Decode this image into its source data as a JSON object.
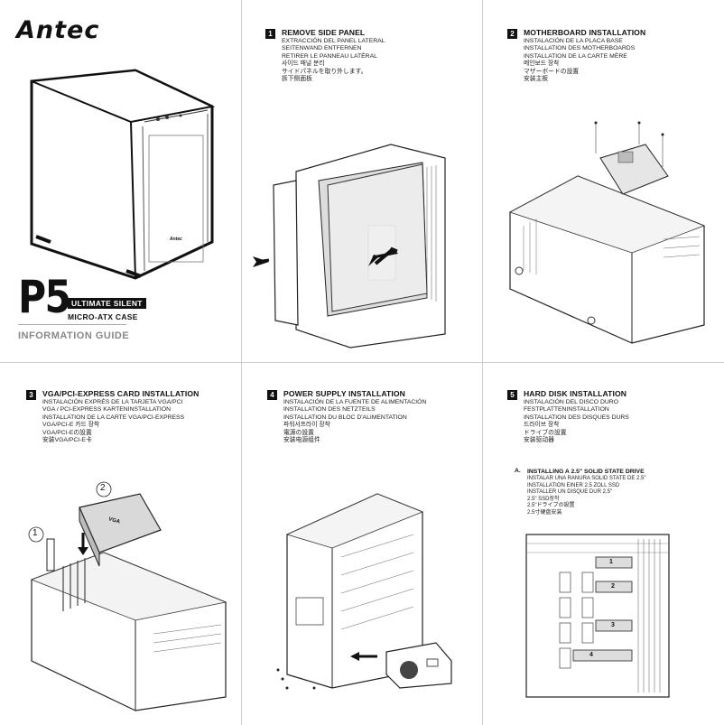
{
  "brand": {
    "logo": "Antec"
  },
  "cover": {
    "model": "P5",
    "tagline_1": "ULTIMATE SILENT",
    "tagline_2": "MICRO-ATX CASE",
    "guide_title": "INFORMATION GUIDE",
    "front_badge": "Antec"
  },
  "steps": [
    {
      "num": "1",
      "title": "REMOVE SIDE PANEL",
      "lines": [
        "EXTRACCIÓN DEL PANEL LATERAL",
        "SEITENWAND ENTFERNEN",
        "RETIRER LE PANNEAU LATÉRAL",
        "사이드 패널 분리",
        "サイドパネルを取り外します。",
        "拆下侧面板"
      ]
    },
    {
      "num": "2",
      "title": "MOTHERBOARD INSTALLATION",
      "lines": [
        "INSTALACIÓN DE LA PLACA BASE",
        "INSTALLATION DES MOTHERBOARDS",
        "INSTALLATION DE LA CARTE MÈRE",
        "메인보드 장착",
        "マザーボードの設置",
        "安装主板"
      ]
    },
    {
      "num": "3",
      "title": "VGA/PCI-EXPRESS CARD INSTALLATION",
      "lines": [
        "INSTALACIÓN EXPRÉS DE LA TARJETA VGA/PCI",
        "VGA / PCI-EXPRESS KARTENINSTALLATION",
        "INSTALLATION DE LA CARTE VGA/PCI-EXPRESS",
        "VGA/PCI-E 카드 장착",
        "VGA/PCI-Eの設置",
        "安装VGA/PCI-E卡"
      ]
    },
    {
      "num": "4",
      "title": "POWER SUPPLY INSTALLATION",
      "lines": [
        "INSTALACIÓN DE LA FUENTE DE ALIMENTACIÓN",
        "INSTALLATION DES NETZTEILS",
        "INSTALLATION DU BLOC D'ALIMENTATION",
        "파워서프라이 장착",
        "電源の設置",
        "安装电源组件"
      ]
    },
    {
      "num": "5",
      "title": "HARD DISK INSTALLATION",
      "lines": [
        "INSTALACIÓN DEL DISCO DURO",
        "FESTPLATTENINSTALLATION",
        "INSTALLATION DES DISQUES DURS",
        "드라이브 장착",
        "ドライブの設置",
        "安装驱动器"
      ]
    }
  ],
  "step5_sub": {
    "label": "A.",
    "title": "INSTALLING A 2.5\"  SOLID STATE DRIVE",
    "lines": [
      "INSTALAR UNA RANURA SOLID STATE DE 2.5\"",
      "INSTALLATION EINER 2.5 ZOLL SSD",
      "INSTALLER UN DISQUE DUR 2.5\"",
      "2.5\" SSD장착",
      "2.5\"ドライブの設置",
      "2.5寸硬盘安装"
    ]
  },
  "callouts": {
    "vga_1": "1",
    "vga_2": "2",
    "vga_label": "VGA",
    "bay_1": "1",
    "bay_2": "2",
    "bay_3": "3",
    "bay_4": "4"
  }
}
